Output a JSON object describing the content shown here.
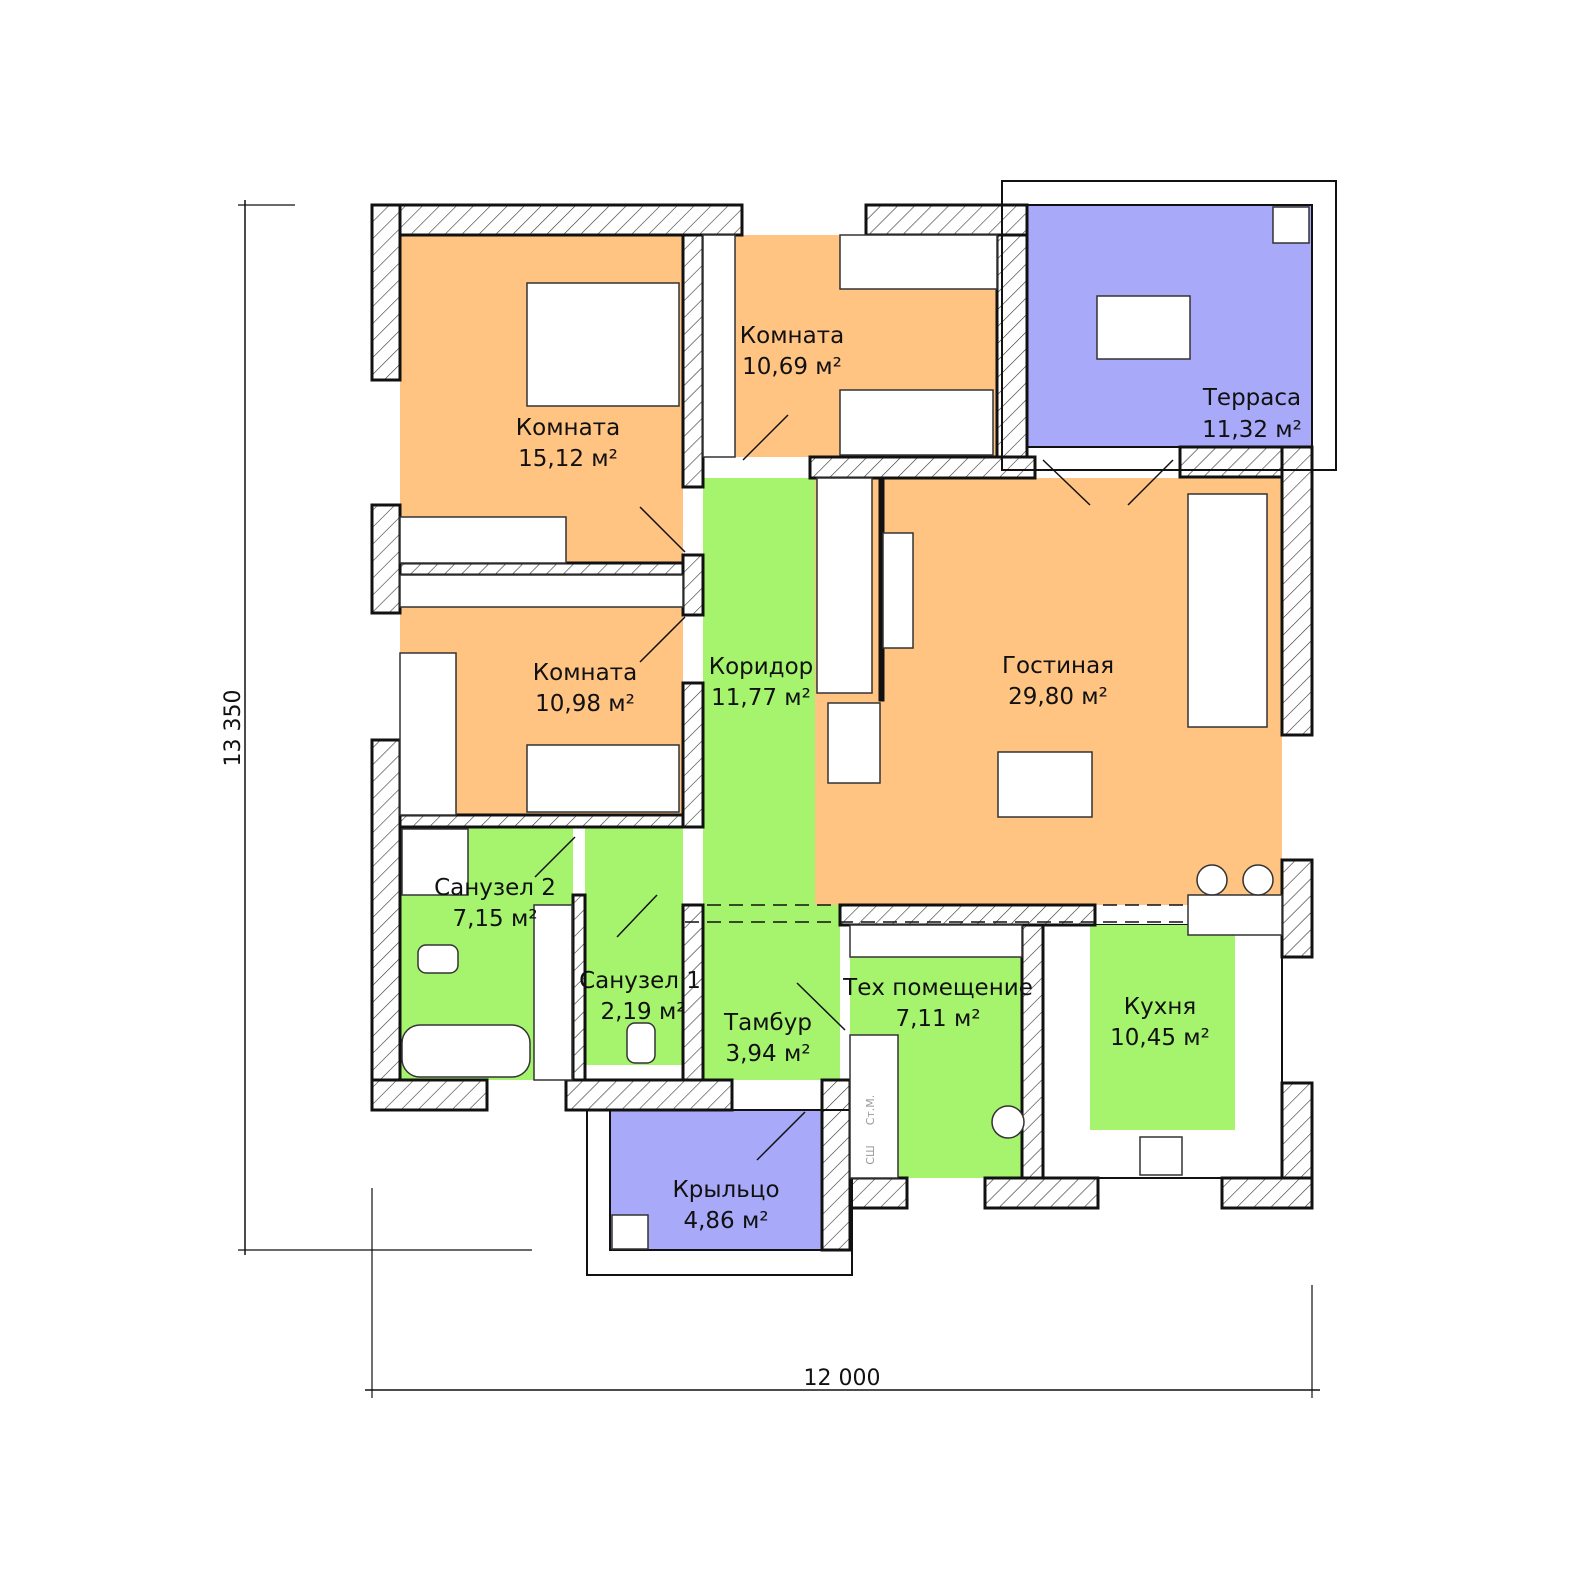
{
  "colors": {
    "living": "#FFC382",
    "wet": "#A6F46E",
    "outdoor": "#A9A9F9",
    "wall": "#111111"
  },
  "dimensions": {
    "height_label": "13 350",
    "width_label": "12 000"
  },
  "rooms": {
    "room1": {
      "name": "Комната",
      "area": "15,12 м²"
    },
    "room2": {
      "name": "Комната",
      "area": "10,69 м²"
    },
    "room3": {
      "name": "Комната",
      "area": "10,98 м²"
    },
    "terrace": {
      "name": "Терраса",
      "area": "11,32 м²"
    },
    "corridor": {
      "name": "Коридор",
      "area": "11,77 м²"
    },
    "living": {
      "name": "Гостиная",
      "area": "29,80 м²"
    },
    "bath2": {
      "name": "Санузел 2",
      "area": "7,15 м²"
    },
    "bath1": {
      "name": "Санузел 1",
      "area": "2,19 м²"
    },
    "vestibule": {
      "name": "Тамбур",
      "area": "3,94 м²"
    },
    "tech": {
      "name": "Тех помещение",
      "area": "7,11 м²"
    },
    "kitchen": {
      "name": "Кухня",
      "area": "10,45 м²"
    },
    "porch": {
      "name": "Крыльцо",
      "area": "4,86 м²"
    }
  },
  "appliances": {
    "washer": "Ст.М.",
    "dryer": "СШ"
  }
}
